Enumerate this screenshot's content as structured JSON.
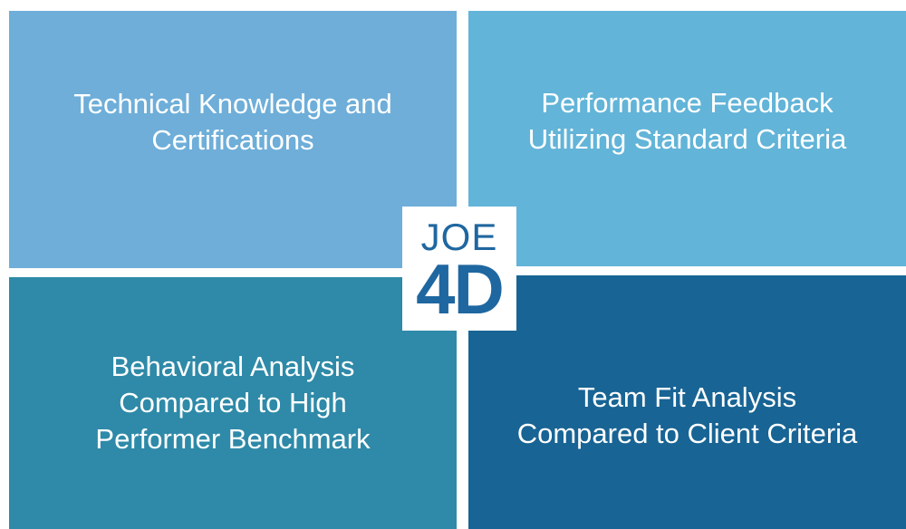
{
  "colors": {
    "top_left": "#6eaed9",
    "top_right": "#62b4d8",
    "bottom_left": "#2e8aa8",
    "bottom_right": "#186494",
    "badge_text": "#1f67a0",
    "background": "#ffffff"
  },
  "quadrants": {
    "top_left": {
      "text": "Technical Knowledge and\nCertifications"
    },
    "top_right": {
      "text": "Performance Feedback\nUtilizing Standard Criteria"
    },
    "bottom_left": {
      "text": "Behavioral Analysis\nCompared to High\nPerformer Benchmark"
    },
    "bottom_right": {
      "text": "Team Fit Analysis\nCompared to Client Criteria"
    }
  },
  "badge": {
    "top": "JOE",
    "bottom": "4D"
  }
}
